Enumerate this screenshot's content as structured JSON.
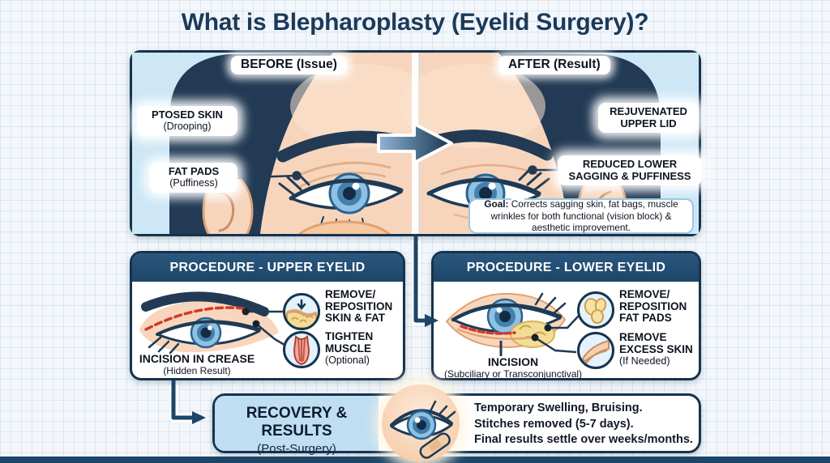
{
  "title": "What is Blepharoplasty (Eyelid Surgery)?",
  "before_after_panel": {
    "before_label": "BEFORE (Issue)",
    "after_label": "AFTER (Result)",
    "callout_ptosed_line1": "PTOSED SKIN",
    "callout_ptosed_line2": "(Drooping)",
    "callout_fatpads_line1": "FAT PADS",
    "callout_fatpads_line2": "(Puffiness)",
    "callout_rejuvenated_line1": "REJUVENATED",
    "callout_rejuvenated_line2": "UPPER LID",
    "callout_reduced_line1": "REDUCED LOWER",
    "callout_reduced_line2": "SAGGING & PUFFINESS",
    "goal_label": "Goal:",
    "goal_text": " Corrects sagging skin, fat bags, muscle wrinkles for both functional (vision block) & aesthetic improvement."
  },
  "procedure_upper": {
    "header": "PROCEDURE - UPPER EYELID",
    "incision_line1": "INCISION IN CREASE",
    "incision_line2": "(Hidden Result)",
    "item1": {
      "icon": "skin-fat-layers-arrow-icon",
      "line1": "REMOVE/",
      "line2": "REPOSITION",
      "line3": "SKIN & FAT"
    },
    "item2": {
      "icon": "muscle-fibers-icon",
      "line1": "TIGHTEN",
      "line2": "MUSCLE",
      "note": "(Optional)"
    }
  },
  "procedure_lower": {
    "header": "PROCEDURE - LOWER EYELID",
    "incision_line1": "INCISION",
    "incision_line2": "(Subciliary or Transconjunctival)",
    "item1": {
      "icon": "fat-pads-icon",
      "line1": "REMOVE/",
      "line2": "REPOSITION",
      "line3": "FAT PADS"
    },
    "item2": {
      "icon": "excess-skin-icon",
      "line1": "REMOVE",
      "line2": "EXCESS SKIN",
      "note": "(If Needed)"
    }
  },
  "recovery": {
    "title": "RECOVERY & RESULTS",
    "subtitle": "(Post-Surgery)",
    "icon": "eye-with-bandage-icon",
    "line1": "Temporary Swelling, Bruising.",
    "line2": "Stitches removed (5-7 days).",
    "line3": "Final results settle over weeks/months."
  },
  "colors": {
    "navy": "#1d4568",
    "panel_border": "#16334e",
    "panel_blue": "#cde7f6",
    "recovery_blue": "#bfdef2",
    "skin": "#f7d5bc",
    "incision_red": "#cf3b2e",
    "fat_yellow": "#f2dd96"
  }
}
